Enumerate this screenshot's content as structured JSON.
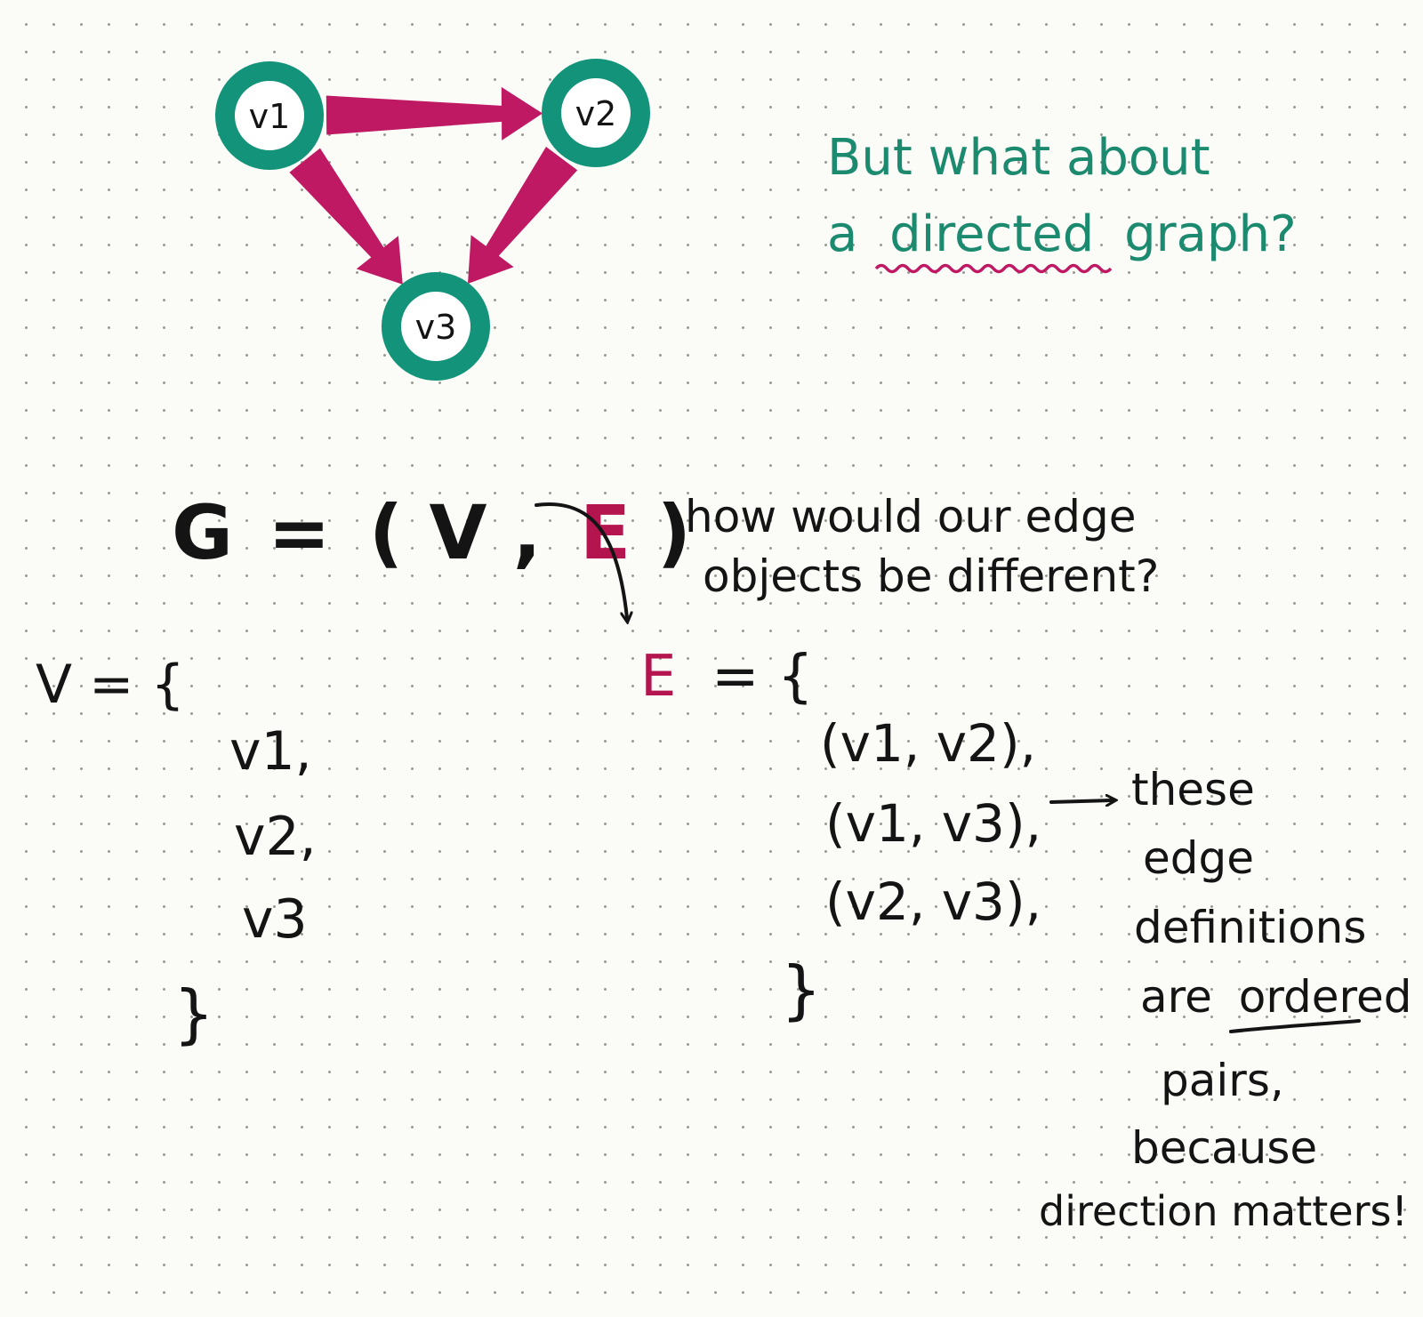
{
  "graph": {
    "nodes": [
      {
        "id": "v1",
        "label": "v1"
      },
      {
        "id": "v2",
        "label": "v2"
      },
      {
        "id": "v3",
        "label": "v3"
      }
    ],
    "edges": [
      {
        "from": "v1",
        "to": "v2"
      },
      {
        "from": "v1",
        "to": "v3"
      },
      {
        "from": "v2",
        "to": "v3"
      }
    ]
  },
  "question": {
    "line1": "But what about",
    "line2_prefix": "a",
    "line2_emphasis": "directed",
    "line2_suffix": "graph?"
  },
  "definition": {
    "g": "G",
    "eq": "=",
    "open": "(",
    "v": "V",
    "comma": ",",
    "e": "E",
    "close": ")"
  },
  "edge_question": {
    "line1": "how would our edge",
    "line2": "objects be different?"
  },
  "vertex_set": {
    "header": "V = {",
    "items": [
      "v1,",
      "v2,",
      "v3"
    ],
    "close": "}"
  },
  "edge_set": {
    "label": "E",
    "eq_open": "= {",
    "items": [
      "(v1, v2),",
      "(v1, v3),",
      "(v2, v3),"
    ],
    "close": "}"
  },
  "note": {
    "lines": [
      "these",
      "edge",
      "definitions",
      "are"
    ],
    "emphasis": "ordered",
    "lines_after": [
      "pairs,",
      "because",
      "direction matters!"
    ]
  },
  "colors": {
    "teal": "#12937a",
    "magenta": "#c01963",
    "red_ink": "#b5154e",
    "black_ink": "#141414"
  }
}
